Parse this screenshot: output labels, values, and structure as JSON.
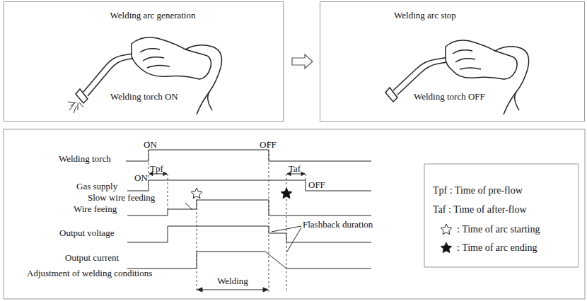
{
  "diagram": {
    "nodes": [
      {
        "text": [
          "Welding arc generation",
          "Welding torch ON"
        ]
      },
      {
        "text": [
          "Welding arc stop",
          "Welding torch OFF"
        ]
      }
    ],
    "edges": [
      {
        "from": 0,
        "to": 1,
        "arrow": "to"
      }
    ],
    "labels": [
      "Welding torch",
      "ON",
      "OFF",
      "Tpf",
      "Taf",
      "Gas supply",
      "ON",
      "OFF",
      "Slow wire feeding",
      "Wire feeing",
      "Output voltage",
      "Flashback duration",
      "Output current",
      "Adjustment of welding conditions",
      "Welding"
    ],
    "legend": [
      {
        "text": "Tpf : Time of pre-flow"
      },
      {
        "text": "Taf : Time of after-flow"
      },
      {
        "text": ": Time of arc starting"
      },
      {
        "text": ": Time of arc ending"
      }
    ]
  }
}
